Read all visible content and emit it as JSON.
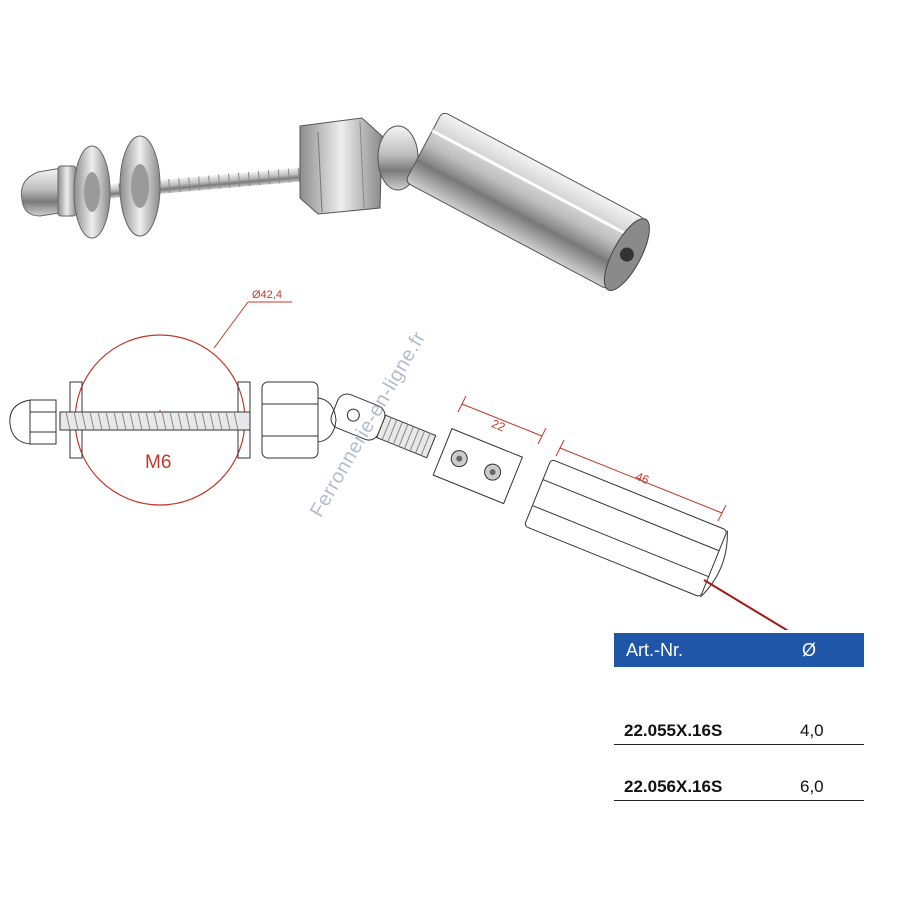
{
  "photo": {
    "alt": ""
  },
  "drawing": {
    "diameter_label": "Ø42,4",
    "thread_label": "M6",
    "dim_a_label": "22",
    "dim_b_label": "46"
  },
  "watermark": "Ferronnerie-en-ligne.fr",
  "table": {
    "headers": [
      "Art.-Nr.",
      "Ø"
    ],
    "rows": [
      [
        "22.055X.16S",
        "4,0"
      ],
      [
        "22.056X.16S",
        "6,0"
      ]
    ]
  },
  "colors": {
    "accent": "#1f56a8",
    "dimension": "#c0392b",
    "watermark": "#9aa8be"
  }
}
